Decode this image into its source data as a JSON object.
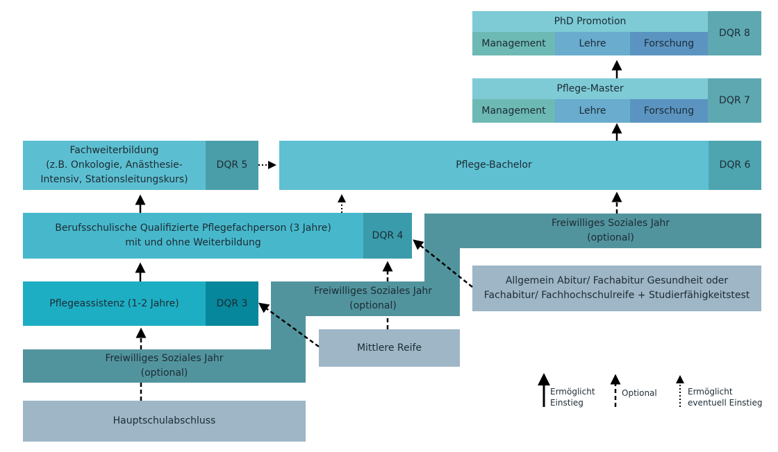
{
  "colors": {
    "dark_teal": "#52949e",
    "phd_top": "#7ecbd6",
    "management": "#6db9b4",
    "lehre": "#69acce",
    "forschung": "#5b94c1",
    "dqr_top": "#5ea8b2",
    "bachelor": "#5fc0d2",
    "dqr6": "#4ea5b0",
    "fachweiter": "#5cbfd1",
    "dqr5": "#4a9eaa",
    "beruf": "#47b8cc",
    "dqr4": "#3a9bab",
    "assist": "#1eaec4",
    "dqr3": "#07879b",
    "grey": "#9eb6c6"
  },
  "phd": {
    "title": "PhD Promotion",
    "dqr": "DQR 8",
    "sub": [
      "Management",
      "Lehre",
      "Forschung"
    ]
  },
  "master": {
    "title": "Pflege-Master",
    "dqr": "DQR 7",
    "sub": [
      "Management",
      "Lehre",
      "Forschung"
    ]
  },
  "bachelor": {
    "title": "Pflege-Bachelor",
    "dqr": "DQR 6"
  },
  "fachweiterbildung": {
    "text": "Fachweiterbildung\n(z.B. Onkologie, Anästhesie-\nIntensiv, Stationsleitungskurs)",
    "dqr": "DQR 5"
  },
  "berufsschule": {
    "text": "Berufsschulische Qualifizierte Pflegefachperson (3 Jahre)\nmit und ohne Weiterbildung",
    "dqr": "DQR 4"
  },
  "pflegeassistenz": {
    "text": "Pflegeassistenz (1-2 Jahre)",
    "dqr": "DQR 3"
  },
  "fsj": {
    "text": "Freiwilliges Soziales Jahr\n(optional)"
  },
  "abitur": {
    "text": "Allgemein Abitur/ Fachabitur Gesundheit oder\nFachabitur/ Fachhochschulreife + Studierfähigkeitstest"
  },
  "mittlere_reife": {
    "text": "Mittlere Reife"
  },
  "hauptschule": {
    "text": "Hauptschulabschluss"
  },
  "legend": {
    "solid": "Ermöglicht\nEinstieg",
    "dashed": "Optional",
    "dotted": "Ermöglicht\neventuell Einstieg"
  }
}
